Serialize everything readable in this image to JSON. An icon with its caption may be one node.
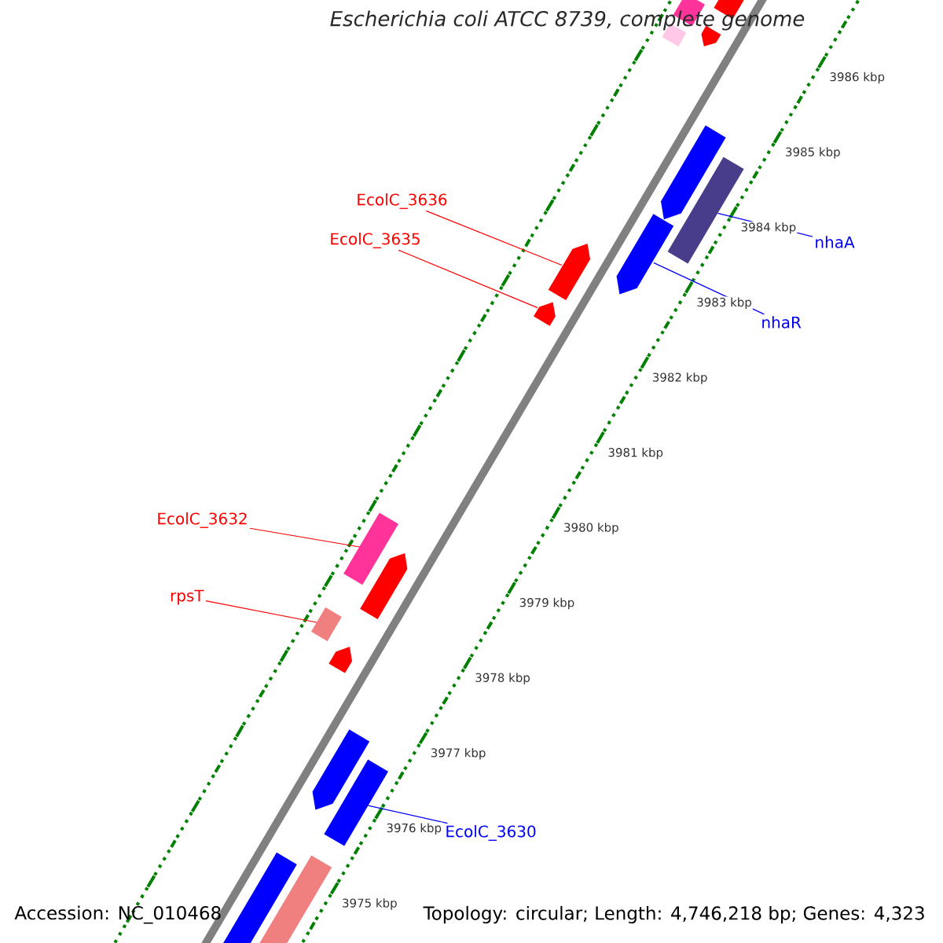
{
  "diagram": {
    "title": "*Escherichia coli* ATCC 8739, complete genome",
    "nodes": [
      {
        "text": [],
        "shape": "bar"
      },
      {
        "text": [
          "EcolC_3636"
        ]
      },
      {
        "text": [
          "nhaA"
        ]
      },
      {
        "text": [],
        "shape": "pentagon"
      },
      {
        "text": [
          "EcolC_3635"
        ]
      },
      {
        "text": [],
        "shape": "pentagon"
      },
      {
        "text": [
          "nhaR"
        ]
      },
      {
        "text": [],
        "shape": "pentagon"
      },
      {
        "text": [
          "EcolC_3632"
        ]
      },
      {
        "text": [],
        "shape": "bar"
      },
      {
        "text": [
          "rpsT"
        ]
      },
      {
        "text": [],
        "shape": "bar"
      },
      {
        "text": [],
        "shape": "bar"
      },
      {
        "text": [
          "EcolC_3630"
        ]
      },
      {
        "text": [],
        "shape": "pentagon"
      },
      {
        "text": [],
        "shape": "pentagon"
      },
      {
        "text": [],
        "shape": "bar"
      },
      {
        "text": [],
        "shape": "bar"
      },
      {
        "text": [],
        "shape": "pentagon"
      },
      {
        "text": [],
        "shape": "pentagon"
      },
      {
        "text": [],
        "shape": "pentagon"
      },
      {
        "text": [],
        "shape": "pentagon"
      },
      {
        "text": [],
        "shape": "pentagon"
      },
      {
        "text": [],
        "shape": "bar"
      }
    ],
    "edges": [
      {
        "from": 1,
        "to": 5,
        "arrow": "none"
      },
      {
        "from": 2,
        "to": 0,
        "arrow": "none",
        "color": "#0000ff"
      },
      {
        "from": 4,
        "to": 7,
        "arrow": "none"
      },
      {
        "from": 6,
        "to": 3,
        "arrow": "none",
        "color": "#0000ff"
      },
      {
        "from": 8,
        "to": 9,
        "arrow": "none"
      },
      {
        "from": 10,
        "to": 11,
        "arrow": "none"
      },
      {
        "from": 13,
        "to": 12,
        "arrow": "none",
        "color": "#0000ff"
      }
    ],
    "labels": [
      "3986 kbp",
      "3985 kbp",
      "3984 kbp",
      "3983 kbp",
      "3982 kbp",
      "3981 kbp",
      "3980 kbp",
      "3979 kbp",
      "3978 kbp",
      "3977 kbp",
      "3976 kbp",
      "3975 kbp",
      "Accession: NC_010468",
      "Topology: circular; Length: 4,746,218 bp; Genes: 4,323"
    ]
  }
}
